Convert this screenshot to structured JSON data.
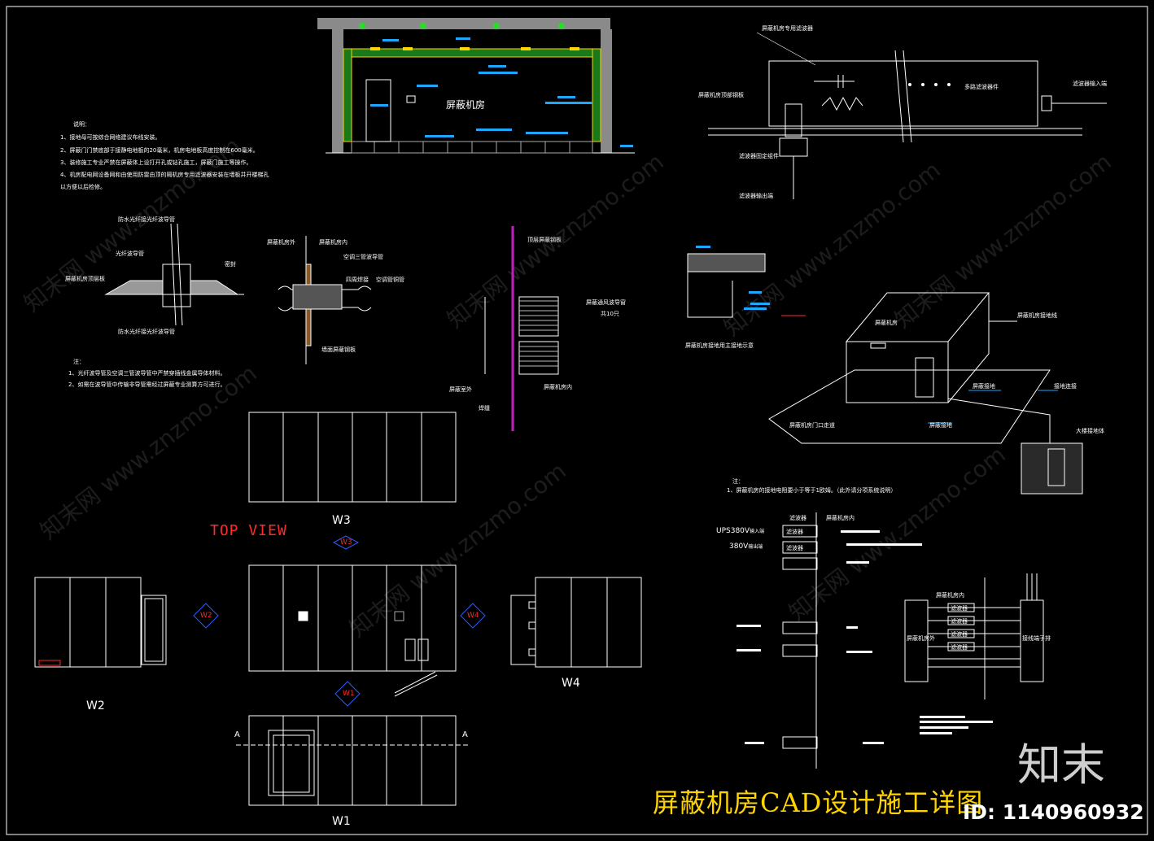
{
  "main_title": "屏蔽机房CAD设计施工详图",
  "brand_logo": "知末",
  "id_text": "ID: 1140960932",
  "watermark_text": "知末网 www.znzmo.com",
  "top_view_label": "TOP VIEW",
  "room_label": "屏蔽机房",
  "elevations": {
    "w1": "W1",
    "w2": "W2",
    "w3": "W3",
    "w4": "W4"
  },
  "section_marks": {
    "a_left": "A",
    "a_right": "A"
  },
  "notes_title": "说明：",
  "notes": [
    "1、接地母可按综合网络建议布线安装。",
    "2、屏蔽门门禁底部于接静电地板的20毫米，机房电地板高度控制在600毫米。",
    "3、装修施工专业严禁在屏蔽体上设打开孔或钻孔施工，屏蔽门施工等操作。",
    "4、机房配电网设备网和由使用防雷由顶的隔机房专用滤波器安装在墙板并开楼梯孔",
    "   以方便以后检修。"
  ],
  "notes2_title": "注：",
  "notes2": [
    "1、光纤波导管及空调三管波导管中严禁穿插线金属导体材料。",
    "2、如需在波导管中传输非导管需经过屏蔽专业测算方可进行。"
  ],
  "fiber_labels": {
    "top": "防水光纤接光纤波导管",
    "pipe": "光纤波导管",
    "wall": "屏蔽机房顶层板",
    "seal": "密封",
    "bottom": "防水光纤接光纤波导管"
  },
  "ac_labels": {
    "out": "屏蔽机房外",
    "in": "屏蔽机房内",
    "pipe": "空调三管波导管",
    "flange": "四周焊接",
    "cu": "空调管铜管",
    "plate": "墙面屏蔽钢板"
  },
  "vent_labels": {
    "wall": "顶层屏蔽钢板",
    "vent": "屏蔽通风波导窗",
    "count": "共10只",
    "out": "屏蔽室外",
    "in": "屏蔽机房内",
    "weld": "焊缝"
  },
  "filter_labels": {
    "title": "屏蔽机房专用滤波器",
    "box": "屏蔽机房顶部钢板",
    "device": "多路滤波器件",
    "in": "滤波器输入端",
    "fix": "滤波器固定组件",
    "out": "滤波器输出端"
  },
  "ground_labels": {
    "caption": "屏蔽机房接地用主接地示意",
    "room": "屏蔽机房门口走道",
    "cable": "屏蔽接地",
    "conn": "接地连接",
    "box": "屏蔽机房",
    "earth": "大楼接地体",
    "note": "屏蔽机房接地线"
  },
  "ground_note": "1、屏蔽机房的接地电阻要小于等于1欧姆。（此外请分项系统说明）",
  "wiring_labels": {
    "ups": "UPS380V",
    "ups_sub": "输入端",
    "v380": "380V",
    "v380_sub": "输出端",
    "col1": "滤波器",
    "col2": "屏蔽机房内",
    "f1": "滤波器",
    "f2": "滤波器",
    "r_title": "屏蔽机房内",
    "r_box": "屏蔽机房外",
    "r_f1": "滤波器",
    "r_f2": "滤波器",
    "r_f3": "滤波器",
    "r_f4": "滤波器",
    "r_ctrl": "接线端子排"
  },
  "colors": {
    "line": "#ffffff",
    "accent_yellow": "#ffd400",
    "dim_blue": "#2a5cff",
    "cyan": "#1fa6ff",
    "green_fill": "#1a7a1a",
    "red": "#ff2a2a",
    "magenta": "#c020c0",
    "brown": "#8a5a2a"
  }
}
